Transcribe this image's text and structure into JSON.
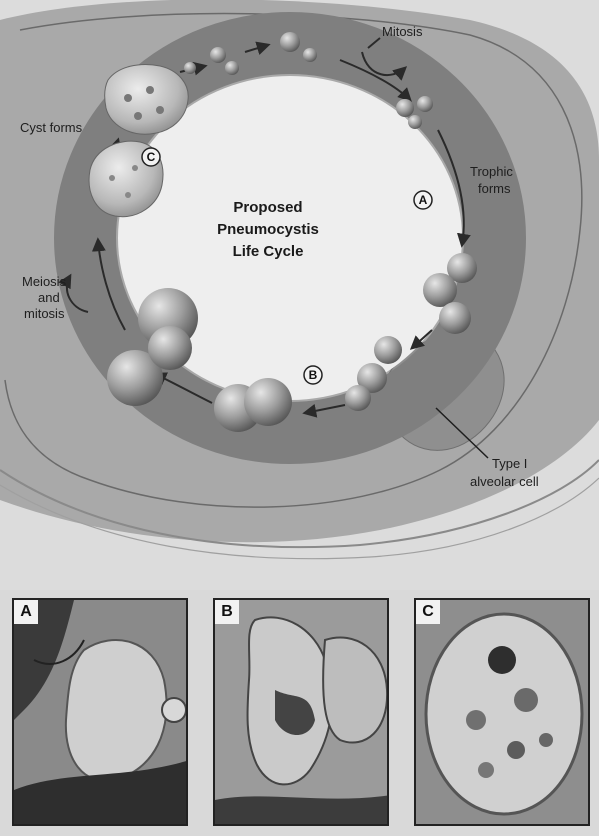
{
  "title_lines": [
    "Proposed",
    "Pneumocystis",
    "Life Cycle"
  ],
  "labels": {
    "mitosis": "Mitosis",
    "cyst_forms": "Cyst forms",
    "trophic": [
      "Trophic",
      "forms"
    ],
    "meiosis": [
      "Meiosis",
      "and",
      "mitosis"
    ],
    "type1": [
      "Type I",
      "alveolar cell"
    ]
  },
  "stage_markers": [
    "A",
    "B",
    "C"
  ],
  "panels": [
    {
      "letter": "A"
    },
    {
      "letter": "B"
    },
    {
      "letter": "C"
    }
  ]
}
